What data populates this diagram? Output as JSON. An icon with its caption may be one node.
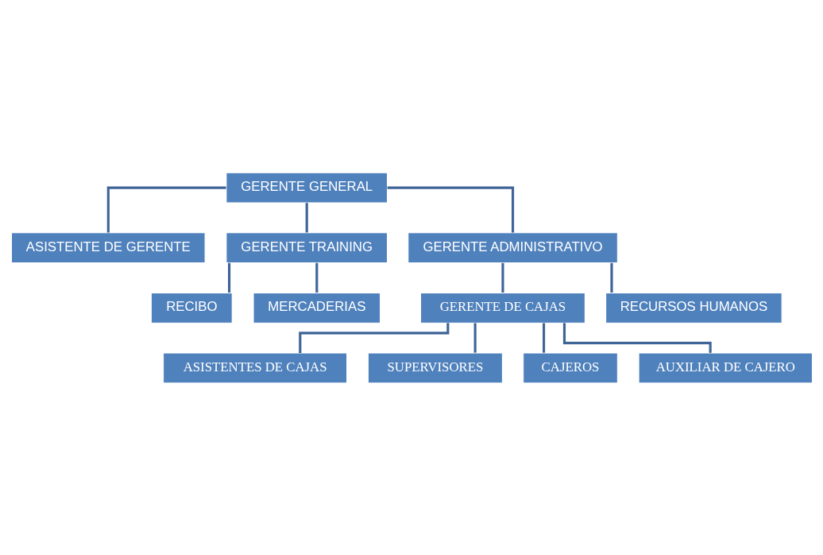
{
  "diagram": {
    "nodes": [
      {
        "text": [
          "GERENTE GENERAL"
        ]
      },
      {
        "text": [
          "ASISTENTE DE GERENTE"
        ]
      },
      {
        "text": [
          "GERENTE TRAINING"
        ]
      },
      {
        "text": [
          "GERENTE ADMINISTRATIVO"
        ]
      },
      {
        "text": [
          "RECIBO"
        ]
      },
      {
        "text": [
          "MERCADERIAS"
        ]
      },
      {
        "text": [
          "GERENTE DE CAJAS"
        ]
      },
      {
        "text": [
          "RECURSOS HUMANOS"
        ]
      },
      {
        "text": [
          "ASISTENTES DE CAJAS"
        ]
      },
      {
        "text": [
          "SUPERVISORES"
        ]
      },
      {
        "text": [
          "CAJEROS"
        ]
      },
      {
        "text": [
          "AUXILIAR DE CAJERO"
        ]
      }
    ],
    "edges": [
      {
        "from": 0,
        "to": 1,
        "arrow": "none"
      },
      {
        "from": 0,
        "to": 2,
        "arrow": "none"
      },
      {
        "from": 0,
        "to": 3,
        "arrow": "none"
      },
      {
        "from": 2,
        "to": 4,
        "arrow": "none"
      },
      {
        "from": 2,
        "to": 5,
        "arrow": "none"
      },
      {
        "from": 3,
        "to": 6,
        "arrow": "none"
      },
      {
        "from": 3,
        "to": 7,
        "arrow": "none"
      },
      {
        "from": 6,
        "to": 8,
        "arrow": "none"
      },
      {
        "from": 6,
        "to": 9,
        "arrow": "none"
      },
      {
        "from": 6,
        "to": 10,
        "arrow": "none"
      },
      {
        "from": 6,
        "to": 11,
        "arrow": "none"
      }
    ]
  }
}
